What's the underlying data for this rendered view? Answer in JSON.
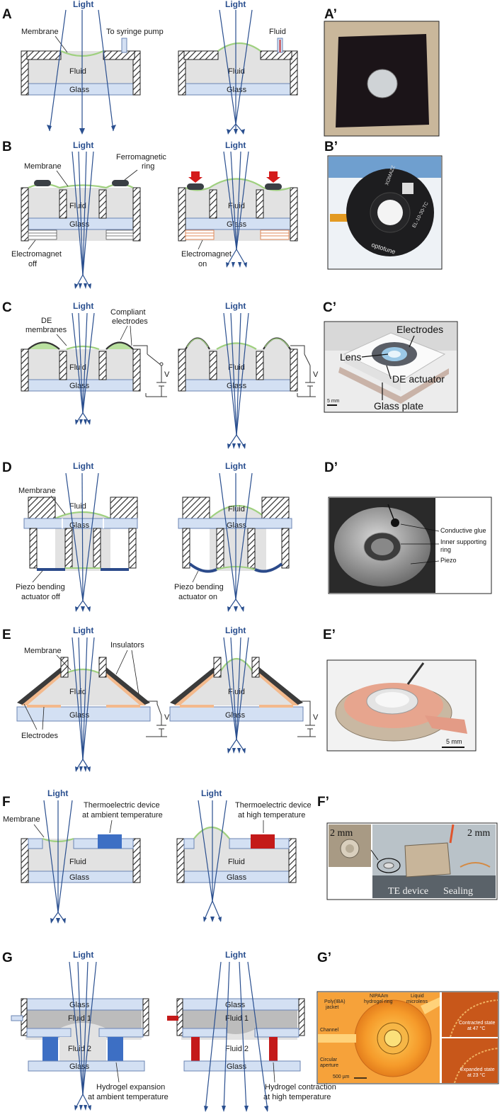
{
  "panels": {
    "A": "A",
    "A_prime": "A’",
    "B": "B",
    "B_prime": "B’",
    "C": "C",
    "C_prime": "C’",
    "D": "D",
    "D_prime": "D’",
    "E": "E",
    "E_prime": "E’",
    "F": "F",
    "F_prime": "F’",
    "G": "G",
    "G_prime": "G’"
  },
  "common": {
    "light": "Light",
    "fluid": "Fluid",
    "glass": "Glass",
    "voltage": "V"
  },
  "A": {
    "membrane": "Membrane",
    "syringe": "To syringe pump",
    "fluid_in": "Fluid"
  },
  "B": {
    "membrane": "Membrane",
    "ring": [
      "Ferromagnetic",
      "ring"
    ],
    "em_off": [
      "Electromagnet",
      "off"
    ],
    "em_on": [
      "Electromagnet",
      "on"
    ],
    "photo": [
      "EL-10-30-TC",
      "optotune",
      "XOMAZZ"
    ]
  },
  "C": {
    "de": [
      "DE",
      "membranes"
    ],
    "electrodes": [
      "Compliant",
      "electrodes"
    ],
    "photo": {
      "electrodes": "Electrodes",
      "lens": "Lens",
      "actuator": "DE actuator",
      "glass_plate": "Glass plate",
      "scale": "5 mm"
    }
  },
  "D": {
    "membrane": "Membrane",
    "piezo_off": [
      "Piezo bending",
      "actuator off"
    ],
    "piezo_on": [
      "Piezo bending",
      "actuator on"
    ],
    "photo": {
      "glue": "Conductive glue",
      "ring": [
        "Inner supporting",
        "ring"
      ],
      "piezo": "Piezo"
    }
  },
  "E": {
    "membrane": "Membrane",
    "insulators": "Insulators",
    "electrodes": "Electrodes",
    "photo_scale": "5 mm"
  },
  "F": {
    "membrane": "Membrane",
    "te_ambient": [
      "Thermoelectric device",
      "at ambient temperature"
    ],
    "te_high": [
      "Thermoelectric device",
      "at high temperature"
    ],
    "photo": {
      "scale1": "2 mm",
      "scale2": "2 mm",
      "te": "TE device",
      "sealing": "Sealing"
    }
  },
  "G": {
    "fluid1": "Fluid 1",
    "fluid2": "Fluid 2",
    "expansion": [
      "Hydrogel expansion",
      "at ambient temperature"
    ],
    "contraction": [
      "Hydrogel contraction",
      "at high temperature"
    ],
    "photo": {
      "jacket": [
        "Poly(IBA)",
        "jacket"
      ],
      "hydrogel": [
        "NIPAAm",
        "hydrogel ring"
      ],
      "microlens": [
        "Liquid",
        "microlens"
      ],
      "channel": "Channel",
      "aperture": [
        "Circular",
        "aperture"
      ],
      "scale": "500 µm",
      "contracted": [
        "Contracted state",
        "at 47 °C"
      ],
      "expanded": [
        "Expanded state",
        "at 23 °C"
      ]
    }
  },
  "colors": {
    "light": "#2a4f8f",
    "fluid": "#e2e2e2",
    "glass": "#d3e0f3",
    "membrane": "#9fd07f",
    "hydrogel": "#3d6fc4",
    "heated": "#c41a1a",
    "electrode": "#f3b98c",
    "insulator": "#3b3b3b"
  }
}
